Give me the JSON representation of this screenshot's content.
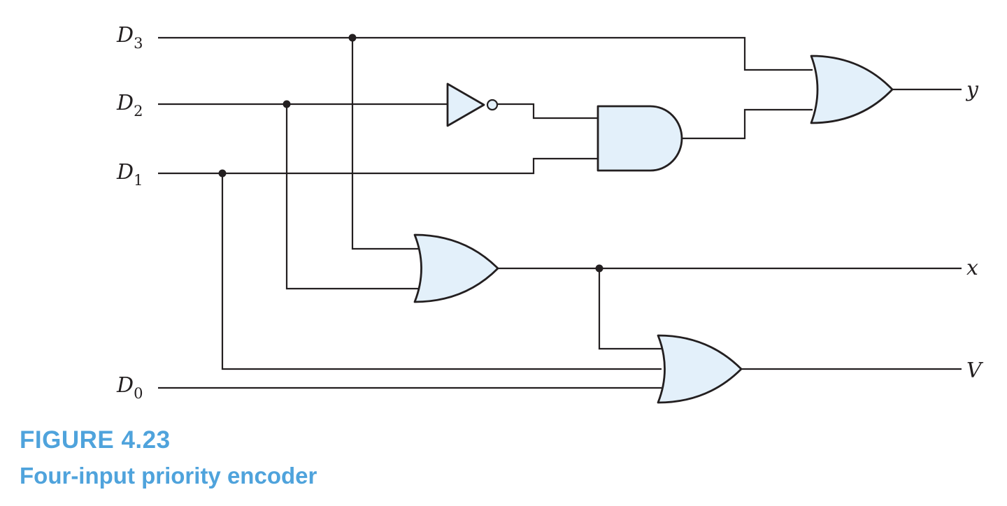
{
  "figure": {
    "number": "FIGURE 4.23",
    "title": "Four-input priority encoder"
  },
  "inputs": [
    {
      "letter": "D",
      "index": "3"
    },
    {
      "letter": "D",
      "index": "2"
    },
    {
      "letter": "D",
      "index": "1"
    },
    {
      "letter": "D",
      "index": "0"
    }
  ],
  "outputs": [
    "y",
    "x",
    "V"
  ],
  "colors": {
    "gate_fill": "#e3f0fa",
    "caption": "#4fa3dc",
    "line": "#231f20"
  }
}
